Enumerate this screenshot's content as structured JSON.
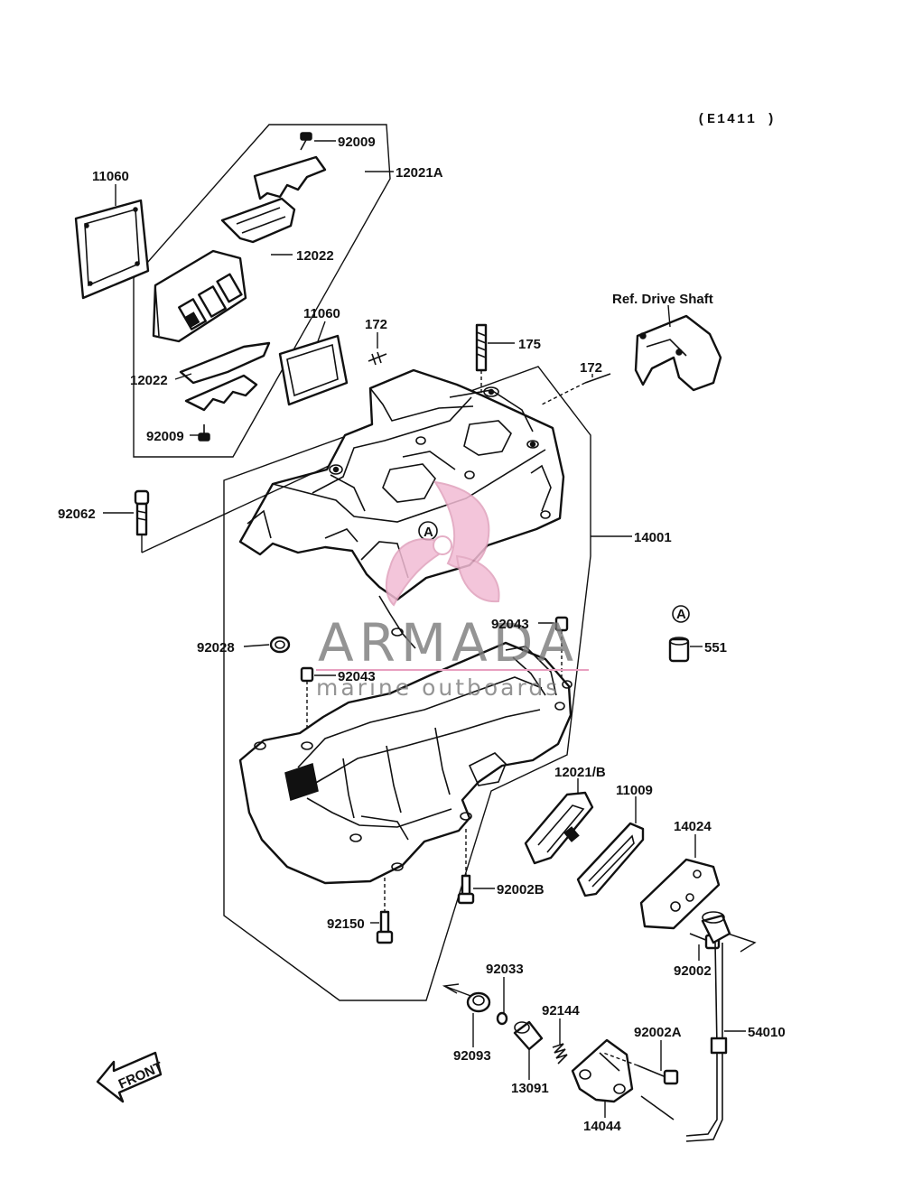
{
  "diagram_code": "(E1411 )",
  "reference_label": "Ref. Drive Shaft",
  "front_label": "FRONT",
  "circle_marker": "A",
  "parts": {
    "p11060_left": "11060",
    "p92009_top": "92009",
    "p12021A": "12021A",
    "p12022_top": "12022",
    "p12022_mid": "12022",
    "p92009_bot": "92009",
    "p11060_mid": "11060",
    "p172_left": "172",
    "p175": "175",
    "p172_right": "172",
    "p92062": "92062",
    "p14001": "14001",
    "p92028": "92028",
    "p92043_a": "92043",
    "p92043_b": "92043",
    "p551": "551",
    "p12021B": "12021/B",
    "p11009": "11009",
    "p14024": "14024",
    "p92002B": "92002B",
    "p92150": "92150",
    "p92002": "92002",
    "p92033": "92033",
    "p92144": "92144",
    "p92002A": "92002A",
    "p54010": "54010",
    "p92093": "92093",
    "p13091": "13091",
    "p14044": "14044"
  },
  "watermark": {
    "brand": "ARMADA",
    "tagline": "marine outboards",
    "logo_color": "#e8a0c0",
    "text_color": "#7a7a7a"
  }
}
